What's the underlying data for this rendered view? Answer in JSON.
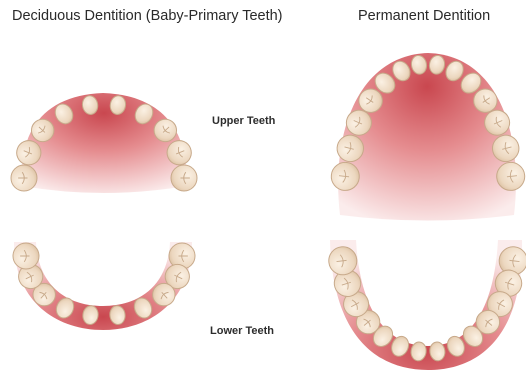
{
  "titles": {
    "deciduous": "Deciduous Dentition (Baby-Primary Teeth)",
    "permanent": "Permanent Dentition"
  },
  "labels": {
    "upper": "Upper Teeth",
    "lower": "Lower Teeth"
  },
  "arches": [
    {
      "id": "deciduous-upper",
      "tooth_count": 10
    },
    {
      "id": "deciduous-lower",
      "tooth_count": 10
    },
    {
      "id": "permanent-upper",
      "tooth_count": 14
    },
    {
      "id": "permanent-lower",
      "tooth_count": 14
    }
  ],
  "colors": {
    "gum_deep": "#c9474f",
    "gum_mid": "#e58c8f",
    "gum_light": "#f7dadb",
    "tooth_fill": "#ead4bb",
    "tooth_edge": "#c7a98a",
    "text": "#2a2a2a"
  }
}
